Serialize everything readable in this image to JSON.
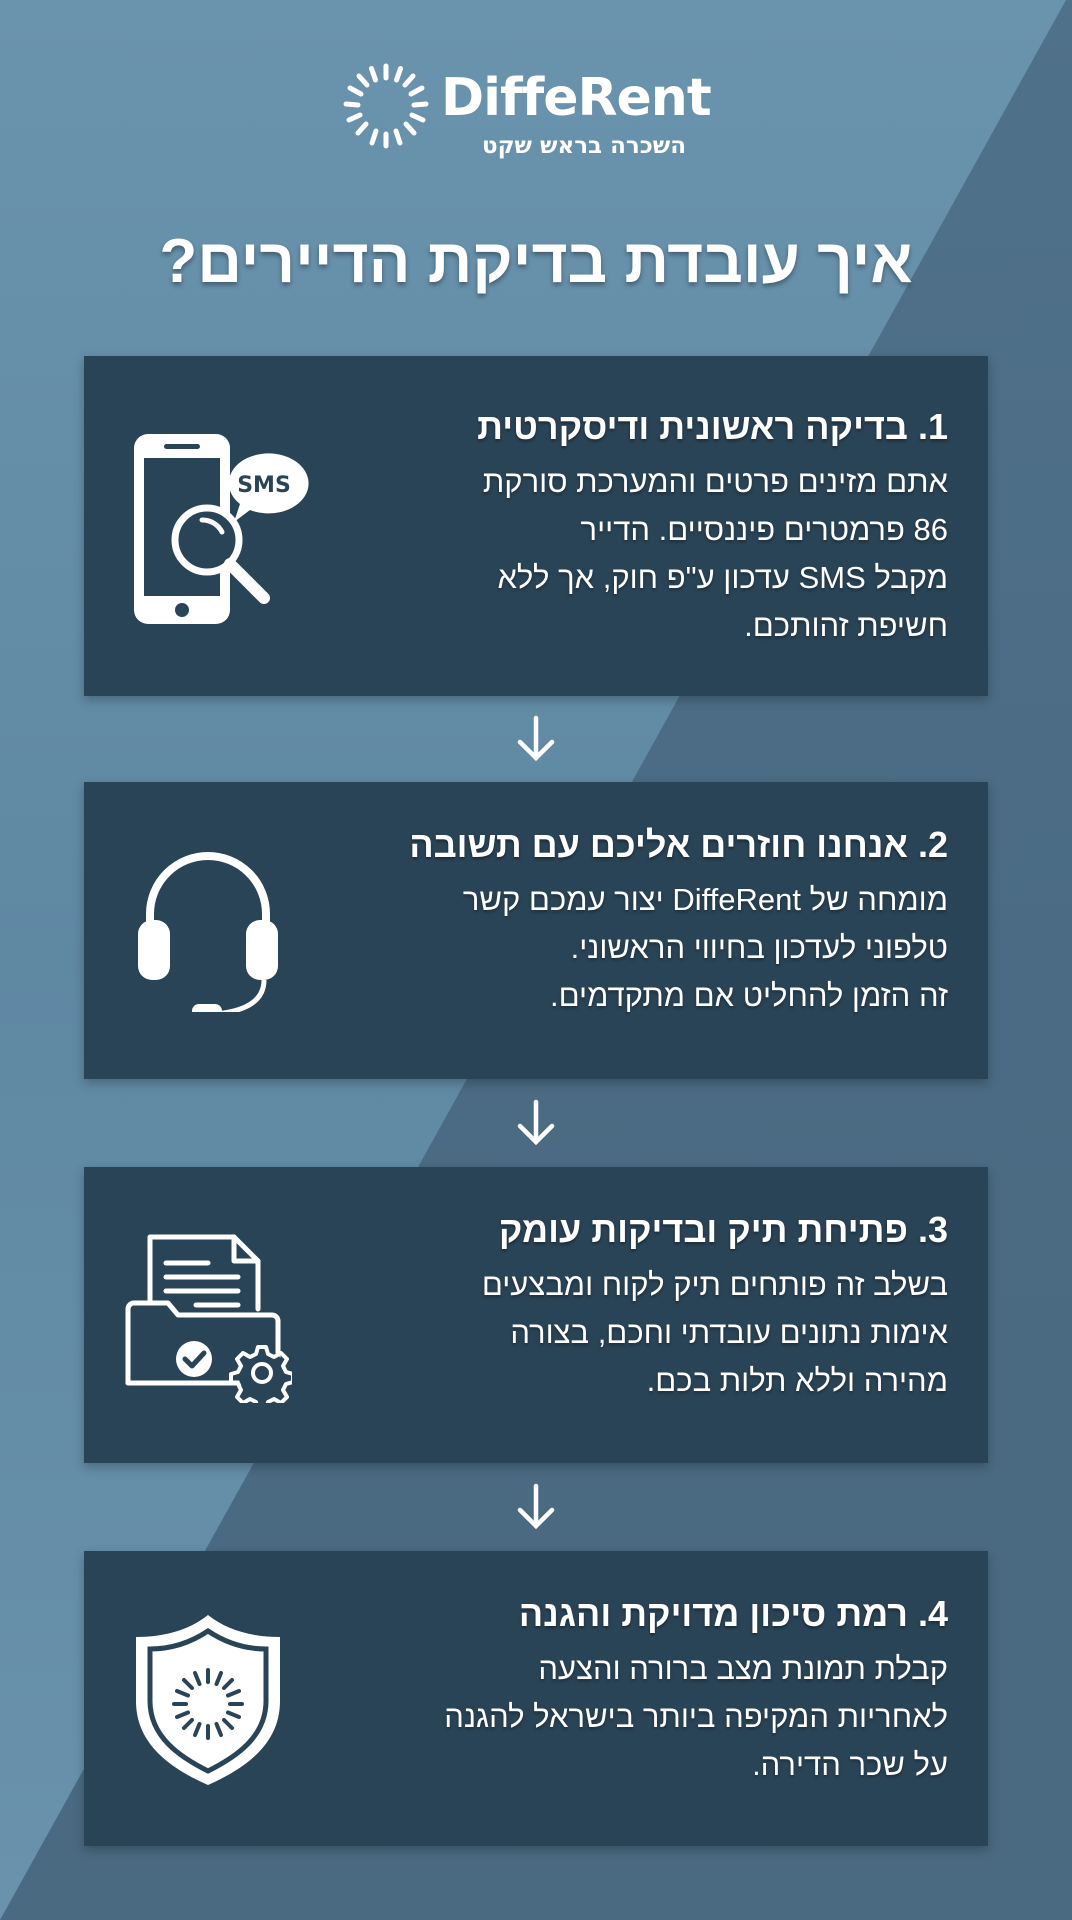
{
  "brand": {
    "name": "DiffeRent",
    "tagline": "השכרה בראש שקט",
    "colors": {
      "background_light": "#6a93ad",
      "background_dark": "#4a6b83",
      "card": "#2a4457",
      "text": "#ffffff"
    }
  },
  "page": {
    "title": "איך עובדת בדיקת הדיירים?"
  },
  "steps": [
    {
      "icon": "phone-search-sms-icon",
      "icon_label": "SMS",
      "title": "1. בדיקה ראשונית ודיסקרטית",
      "body_lines": [
        "אתם מזינים פרטים והמערכת סורקת",
        "86 פרמטרים פיננסיים. הדייר",
        "מקבל SMS עדכון ע\"פ חוק, אך ללא",
        "חשיפת זהותכם."
      ]
    },
    {
      "icon": "headset-icon",
      "title": "2. אנחנו חוזרים אליכם עם תשובה",
      "body_lines": [
        "מומחה של DiffeRent יצור עמכם קשר",
        "טלפוני לעדכון בחיווי הראשוני.",
        "זה הזמן להחליט אם מתקדמים."
      ]
    },
    {
      "icon": "folder-document-gear-icon",
      "title": "3. פתיחת תיק ובדיקות עומק",
      "body_lines": [
        "בשלב זה פותחים תיק לקוח ומבצעים",
        "אימות נתונים עובדתי וחכם, בצורה",
        "מהירה וללא תלות בכם."
      ]
    },
    {
      "icon": "shield-icon",
      "title": "4. רמת סיכון מדויקת והגנה",
      "body_lines": [
        "קבלת תמונת מצב ברורה והצעה",
        "לאחריות המקיפה ביותר בישראל להגנה",
        "על שכר הדירה."
      ]
    }
  ],
  "connectors": [
    "arrow-down",
    "arrow-down",
    "arrow-down"
  ]
}
